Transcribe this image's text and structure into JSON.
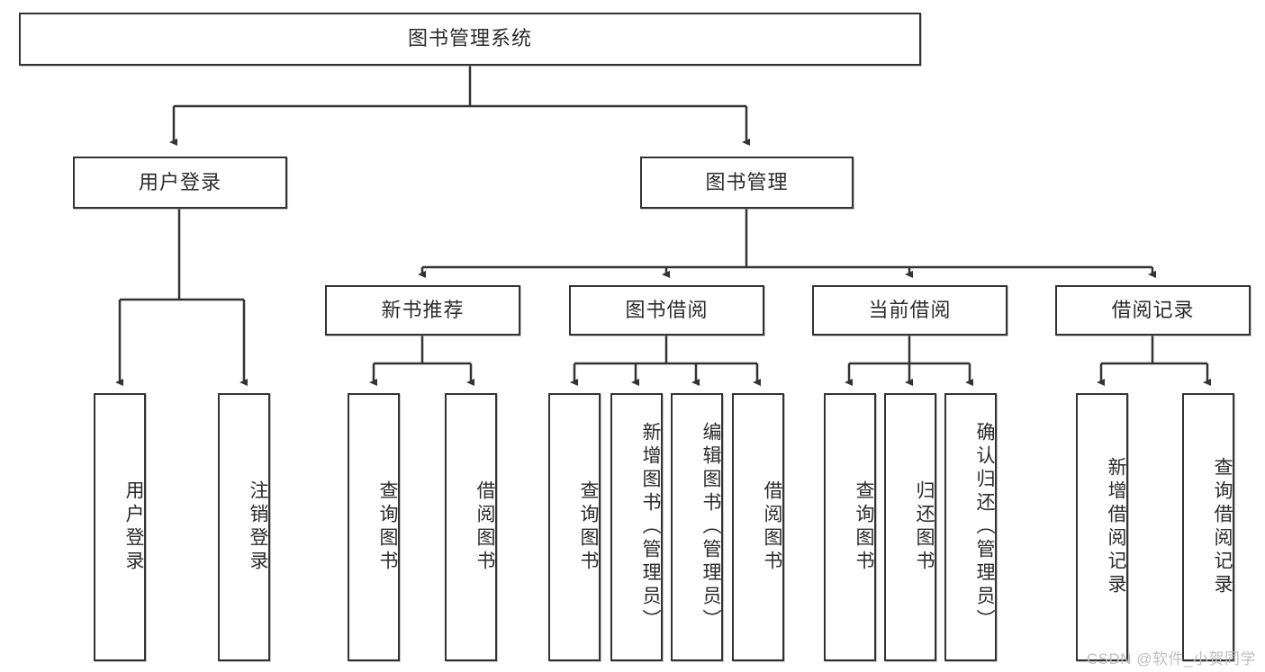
{
  "diagram": {
    "title": "图书管理系统",
    "type": "tree-hierarchy-diagram",
    "watermark": "CSDN @软件_小贺同学",
    "colors": {
      "box_border": "#333333",
      "box_fill": "#ffffff",
      "connector": "#333333",
      "text": "#2b2b2b",
      "watermark": "#bdbdbd",
      "background": "#ffffff"
    },
    "root": {
      "label": "图书管理系统"
    },
    "level2": [
      {
        "id": "user-login",
        "label": "用户登录"
      },
      {
        "id": "book-management",
        "label": "图书管理"
      }
    ],
    "level3": [
      {
        "id": "new-book-recommend",
        "label": "新书推荐"
      },
      {
        "id": "book-borrow",
        "label": "图书借阅"
      },
      {
        "id": "current-borrow",
        "label": "当前借阅"
      },
      {
        "id": "borrow-record",
        "label": "借阅记录"
      }
    ],
    "leaves": {
      "user_login": [
        {
          "id": "leaf-user-login",
          "label": "用户登录"
        },
        {
          "id": "leaf-logout",
          "label": "注销登录"
        }
      ],
      "new_book_recommend": [
        {
          "id": "leaf-query-book-1",
          "label": "查询图书"
        },
        {
          "id": "leaf-borrow-book-1",
          "label": "借阅图书"
        }
      ],
      "book_borrow": [
        {
          "id": "leaf-query-book-2",
          "label": "查询图书"
        },
        {
          "id": "leaf-add-book",
          "label": "新增图书（管理员）"
        },
        {
          "id": "leaf-edit-book",
          "label": "编辑图书（管理员）"
        },
        {
          "id": "leaf-borrow-book-2",
          "label": "借阅图书"
        }
      ],
      "current_borrow": [
        {
          "id": "leaf-query-book-3",
          "label": "查询图书"
        },
        {
          "id": "leaf-return-book",
          "label": "归还图书"
        },
        {
          "id": "leaf-confirm-return",
          "label": "确认归还（管理员）"
        }
      ],
      "borrow_record": [
        {
          "id": "leaf-add-record",
          "label": "新增借阅记录"
        },
        {
          "id": "leaf-query-record",
          "label": "查询借阅记录"
        }
      ]
    }
  }
}
